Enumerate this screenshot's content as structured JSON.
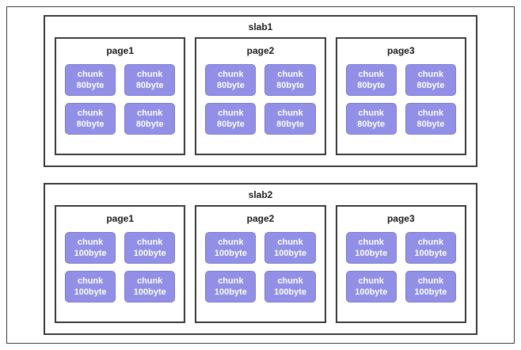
{
  "colors": {
    "chunk_fill": "#918fe6",
    "chunk_border": "#7c7ad2",
    "chunk_text": "#ffffff",
    "box_border": "#3a3a3a"
  },
  "slabs": [
    {
      "title": "slab1",
      "pages": [
        {
          "title": "page1",
          "chunks": [
            "chunk\n80byte",
            "chunk\n80byte",
            "chunk\n80byte",
            "chunk\n80byte"
          ]
        },
        {
          "title": "page2",
          "chunks": [
            "chunk\n80byte",
            "chunk\n80byte",
            "chunk\n80byte",
            "chunk\n80byte"
          ]
        },
        {
          "title": "page3",
          "chunks": [
            "chunk\n80byte",
            "chunk\n80byte",
            "chunk\n80byte",
            "chunk\n80byte"
          ]
        }
      ]
    },
    {
      "title": "slab2",
      "pages": [
        {
          "title": "page1",
          "chunks": [
            "chunk\n100byte",
            "chunk\n100byte",
            "chunk\n100byte",
            "chunk\n100byte"
          ]
        },
        {
          "title": "page2",
          "chunks": [
            "chunk\n100byte",
            "chunk\n100byte",
            "chunk\n100byte",
            "chunk\n100byte"
          ]
        },
        {
          "title": "page3",
          "chunks": [
            "chunk\n100byte",
            "chunk\n100byte",
            "chunk\n100byte",
            "chunk\n100byte"
          ]
        }
      ]
    }
  ]
}
